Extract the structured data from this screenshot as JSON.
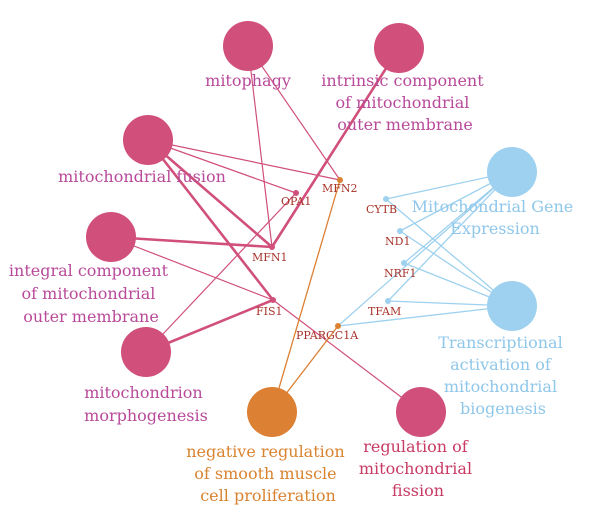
{
  "colors": {
    "pink": "#d0507b",
    "pink_text": "#b94a9a",
    "blue": "#9dd1ef",
    "blue_text": "#8fc7ea",
    "orange": "#dc8033",
    "orange_text": "#d9832f",
    "crimson_text": "#c93a64",
    "gene_text": "#a8332a"
  },
  "terms": {
    "mitophagy": [
      "mitophagy"
    ],
    "intrinsic": [
      "intrinsic component",
      "of mitochondrial",
      "outer membrane"
    ],
    "fusion": [
      "mitochondrial fusion"
    ],
    "integral": [
      "integral component",
      "of mitochondrial",
      "outer membrane"
    ],
    "morphogenesis": [
      "mitochondrion",
      "morphogenesis"
    ],
    "negreg": [
      "negative regulation",
      "of smooth muscle",
      "cell proliferation"
    ],
    "fission": [
      "regulation of",
      "mitochondrial",
      "fission"
    ],
    "expression": [
      "Mitochondrial Gene",
      "Expression"
    ],
    "activation": [
      "Transcriptional",
      "activation of",
      "mitochondrial",
      "biogenesis"
    ]
  },
  "genes": {
    "OPA1": "OPA1",
    "MFN2": "MFN2",
    "MFN1": "MFN1",
    "FIS1": "FIS1",
    "PPARGC1A": "PPARGC1A",
    "CYTB": "CYTB",
    "ND1": "ND1",
    "NRF1": "NRF1",
    "TFAM": "TFAM"
  }
}
